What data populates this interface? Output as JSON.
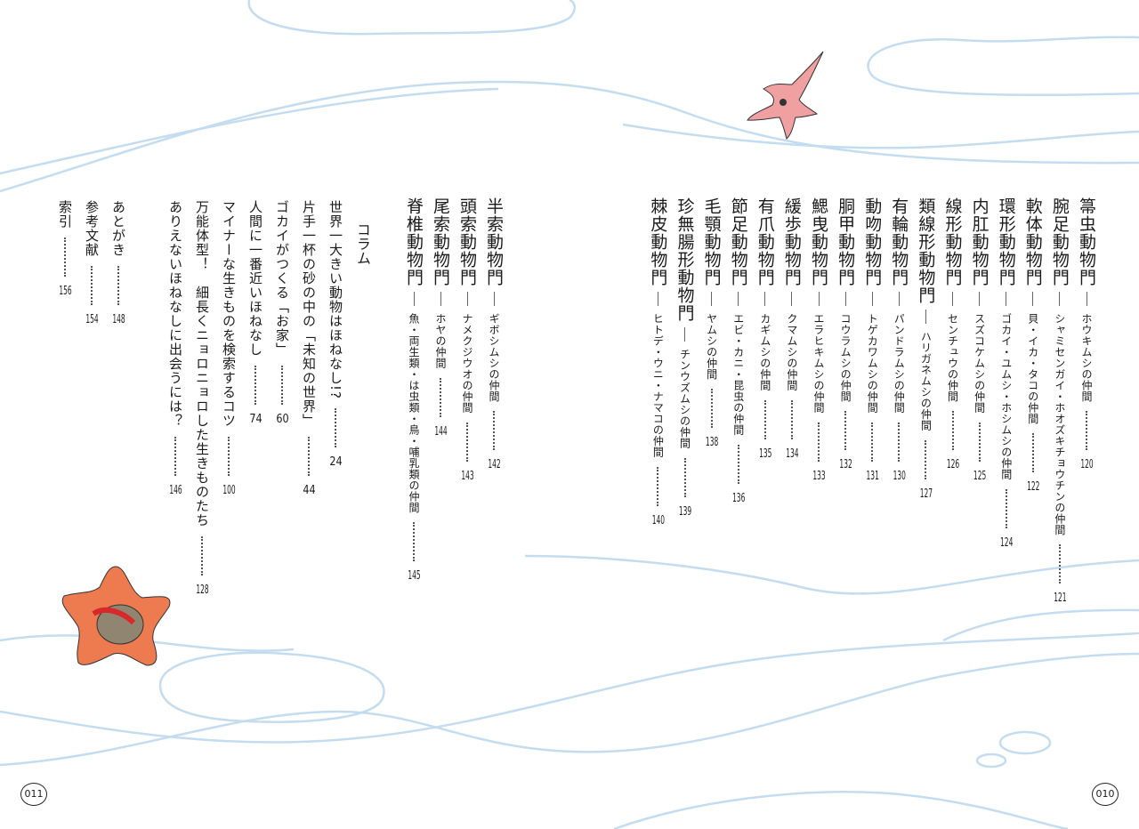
{
  "right_page": {
    "entries": [
      {
        "phylum": "箒虫動物門",
        "members": "ホウキムシの仲間",
        "page": "120"
      },
      {
        "phylum": "腕足動物門",
        "members": "シャミセンガイ・ホオズキチョウチンの仲間",
        "page": "121"
      },
      {
        "phylum": "軟体動物門",
        "members": "貝・イカ・タコの仲間",
        "page": "122"
      },
      {
        "phylum": "環形動物門",
        "members": "ゴカイ・ユムシ・ホシムシの仲間",
        "page": "124"
      },
      {
        "phylum": "内肛動物門",
        "members": "スズコケムシの仲間",
        "page": "125"
      },
      {
        "phylum": "線形動物門",
        "members": "センチュウの仲間",
        "page": "126"
      },
      {
        "phylum": "類線形動物門",
        "members": "ハリガネムシの仲間",
        "page": "127"
      },
      {
        "phylum": "有輪動物門",
        "members": "パンドラムシの仲間",
        "page": "130"
      },
      {
        "phylum": "動吻動物門",
        "members": "トゲカワムシの仲間",
        "page": "131"
      },
      {
        "phylum": "胴甲動物門",
        "members": "コウラムシの仲間",
        "page": "132"
      },
      {
        "phylum": "鰓曳動物門",
        "members": "エラヒキムシの仲間",
        "page": "133"
      },
      {
        "phylum": "緩歩動物門",
        "members": "クマムシの仲間",
        "page": "134"
      },
      {
        "phylum": "有爪動物門",
        "members": "カギムシの仲間",
        "page": "135"
      },
      {
        "phylum": "節足動物門",
        "members": "エビ・カニ・昆虫の仲間",
        "page": "136"
      },
      {
        "phylum": "毛顎動物門",
        "members": "ヤムシの仲間",
        "page": "138"
      },
      {
        "phylum": "珍無腸形動物門",
        "members": "チンウズムシの仲間",
        "page": "139"
      },
      {
        "phylum": "棘皮動物門",
        "members": "ヒトデ・ウニ・ナマコの仲間",
        "page": "140"
      }
    ],
    "page_number": "010"
  },
  "left_page": {
    "entries": [
      {
        "phylum": "半索動物門",
        "members": "ギボシムシの仲間",
        "page": "142"
      },
      {
        "phylum": "頭索動物門",
        "members": "ナメクジウオの仲間",
        "page": "143"
      },
      {
        "phylum": "尾索動物門",
        "members": "ホヤの仲間",
        "page": "144"
      },
      {
        "phylum": "脊椎動物門",
        "members": "魚・両生類・は虫類・鳥・哺乳類の仲間",
        "page": "145"
      }
    ],
    "column": {
      "title": "コラム",
      "items": [
        {
          "title": "世界一大きい動物はほねなし!?",
          "page": "24"
        },
        {
          "title": "片手一杯の砂の中の「未知の世界」",
          "page": "44"
        },
        {
          "title": "ゴカイがつくる「お家」",
          "page": "60"
        },
        {
          "title": "人間に一番近いほねなし",
          "page": "74"
        },
        {
          "title": "マイナーな生きものを検索するコツ",
          "page": "100"
        },
        {
          "title": "万能体型！　細長くニョロニョロした生きものたち",
          "page": "128"
        },
        {
          "title": "ありえないほねなしに出会うには？",
          "page": "146"
        }
      ]
    },
    "back_matter": [
      {
        "title": "あとがき",
        "page": "148"
      },
      {
        "title": "参考文献",
        "page": "154"
      },
      {
        "title": "索引",
        "page": "156"
      }
    ],
    "page_number": "011"
  },
  "colors": {
    "wave": "#c4dcf0",
    "pink_starfish": "#f0a0a0",
    "orange_starfish": "#ee7a50"
  }
}
